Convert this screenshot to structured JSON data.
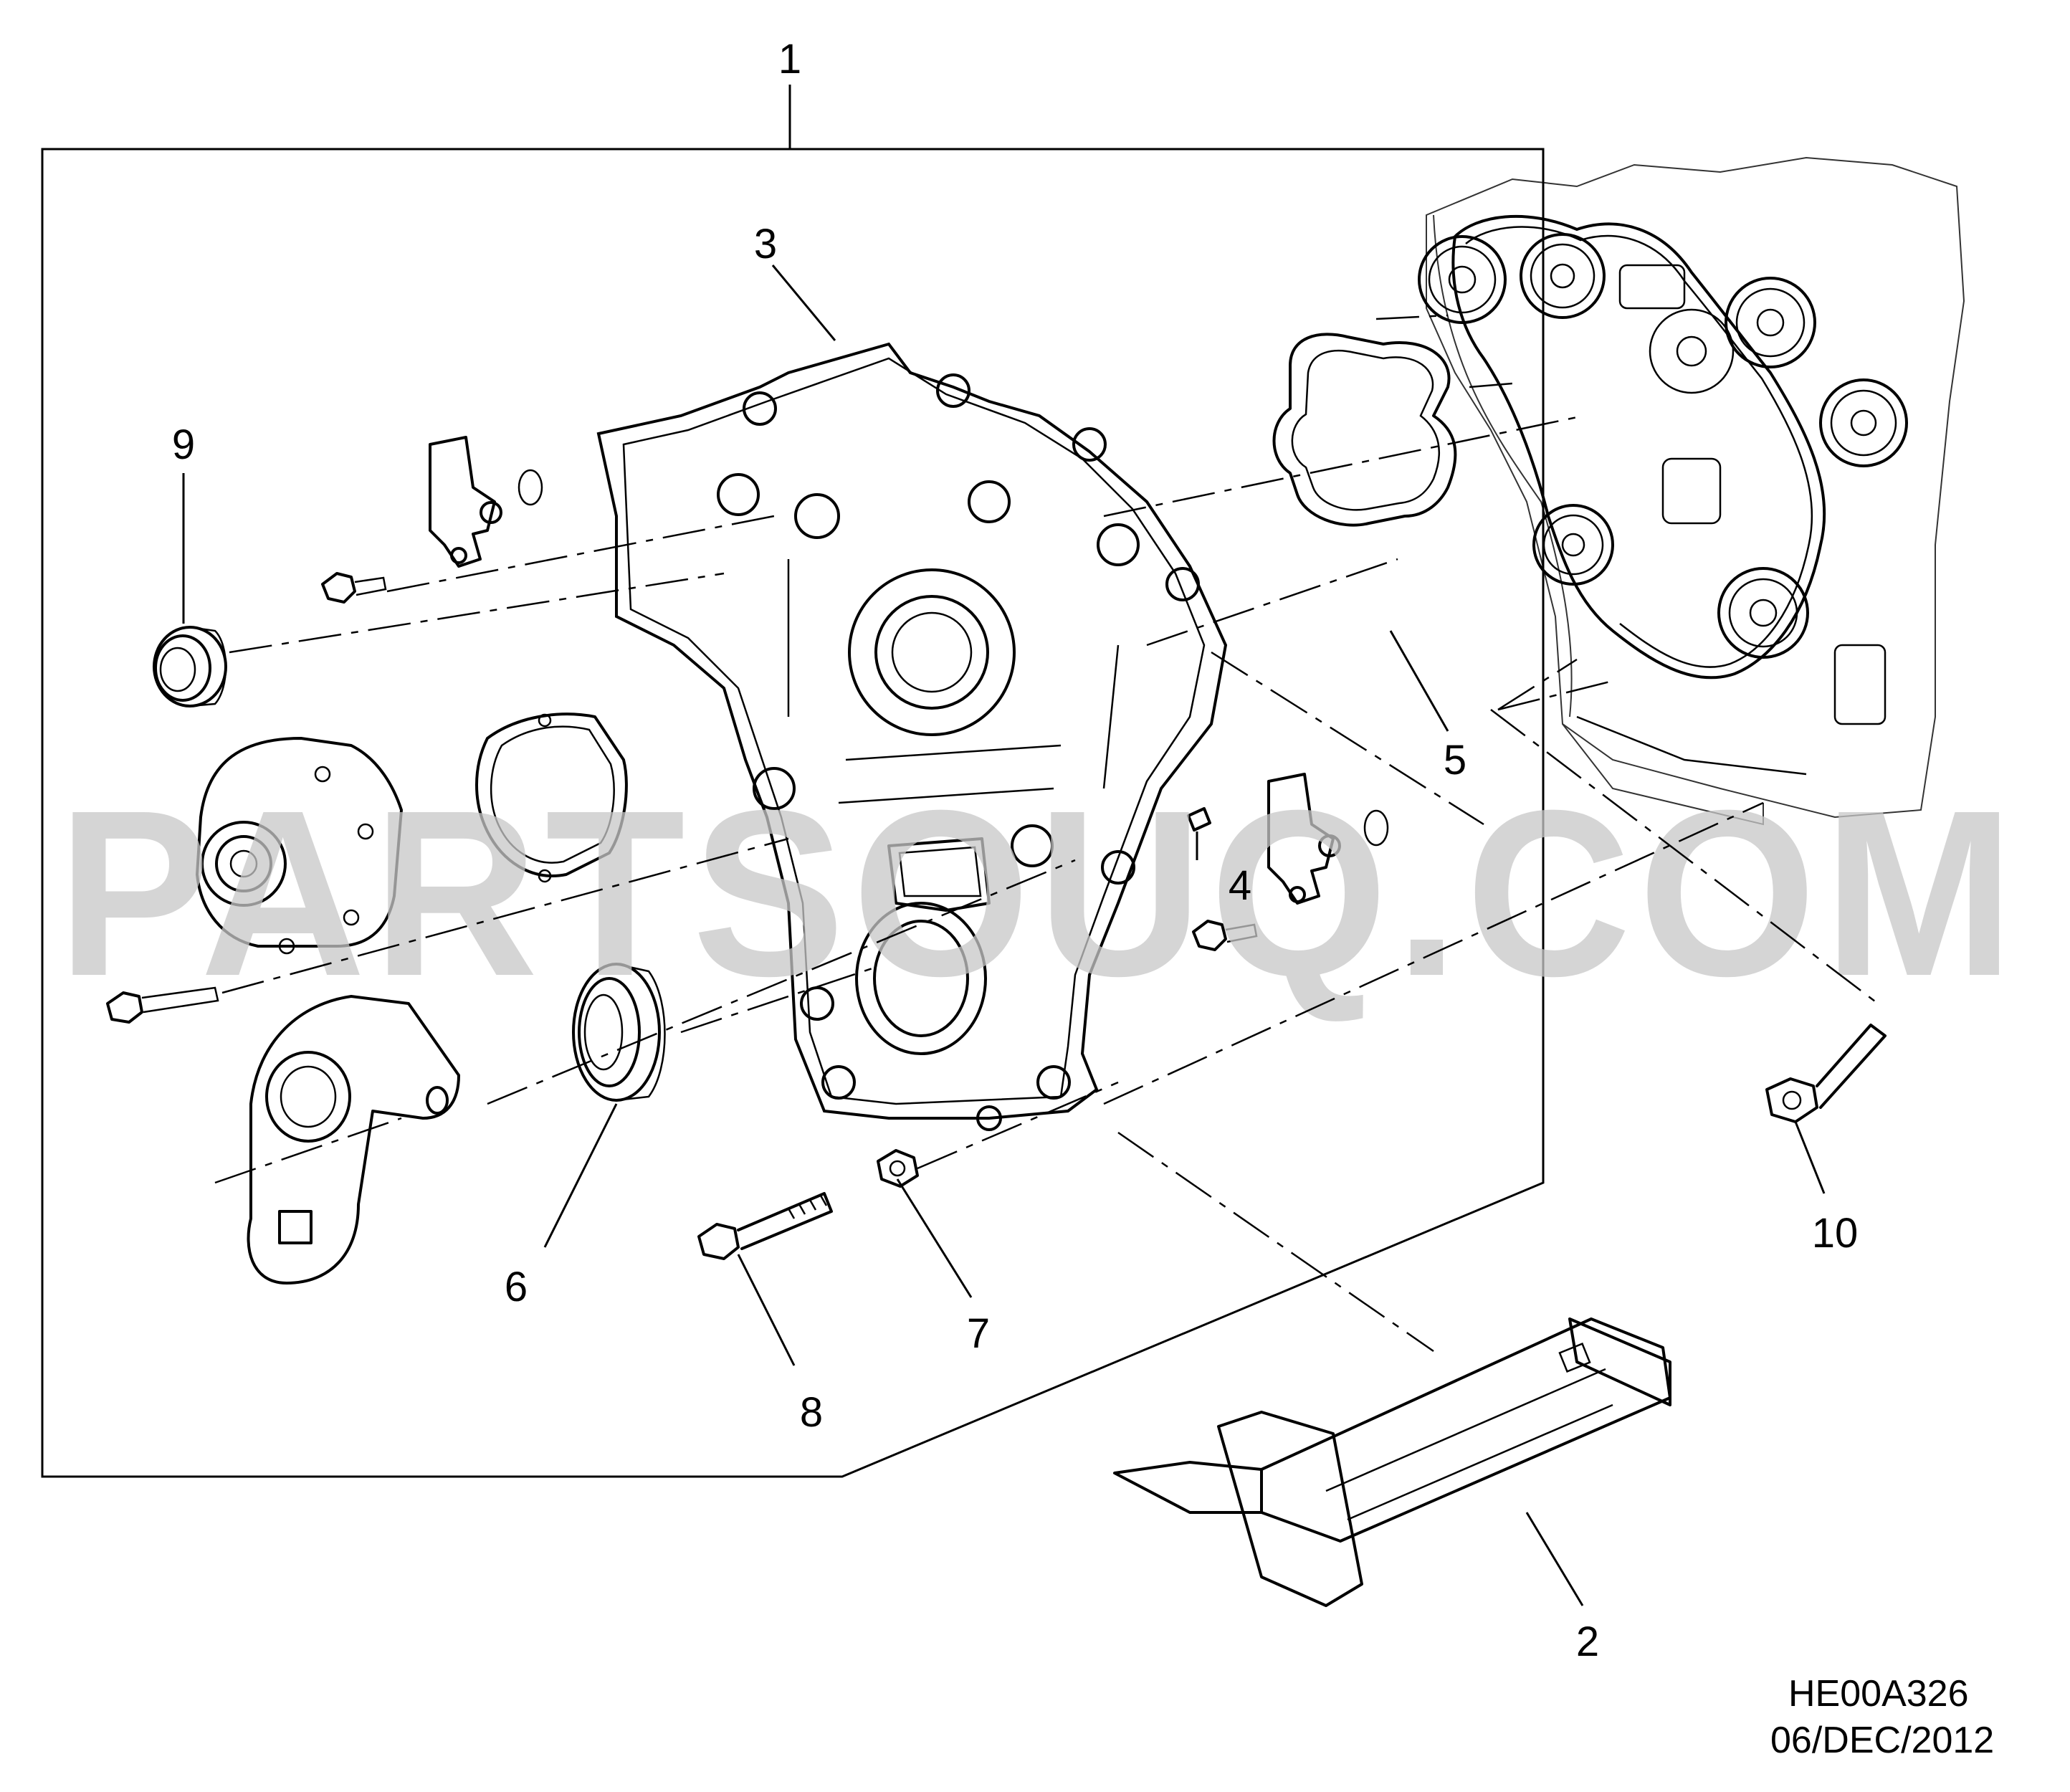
{
  "callouts": {
    "c1": "1",
    "c2": "2",
    "c3": "3",
    "c4": "4",
    "c5": "5",
    "c6": "6",
    "c7": "7",
    "c8": "8",
    "c9": "9",
    "c10": "10"
  },
  "watermark": "PARTSOUQ.COM",
  "diagram_code": "HE00A326",
  "diagram_date": "06/DEC/2012"
}
